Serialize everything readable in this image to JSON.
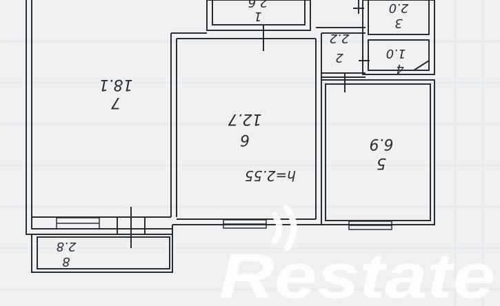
{
  "plan": {
    "ceiling_height": "h=2.55",
    "colors": {
      "background": "#eef0f1",
      "wall": "#2a2d30",
      "watermark": "#ffffff"
    },
    "rooms": [
      {
        "number": "7",
        "area": "18.1"
      },
      {
        "number": "6",
        "area": "12.7"
      },
      {
        "number": "5",
        "area": "6.9"
      },
      {
        "number": "4",
        "area": "1.0"
      },
      {
        "number": "3",
        "area": "2.0"
      },
      {
        "number": "2",
        "area": "2.2"
      },
      {
        "number": "1",
        "area": "2.6"
      },
      {
        "number": "8",
        "area": "2.8"
      }
    ]
  },
  "watermark": {
    "text": "Restate"
  }
}
